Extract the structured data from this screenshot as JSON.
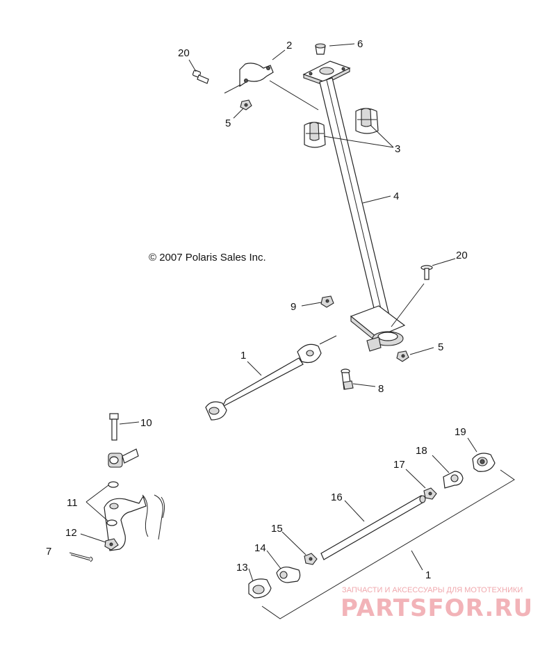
{
  "copyright": "© 2007 Polaris Sales Inc.",
  "watermark": {
    "tagline": "ЗАПЧАСТИ И АКСЕССУАРЫ ДЛЯ МОТОТЕХНИКИ",
    "brand": "PARTSFOR.RU"
  },
  "callouts": {
    "c20a": "20",
    "c2": "2",
    "c6": "6",
    "c5a": "5",
    "c3": "3",
    "c4": "4",
    "c20b": "20",
    "c9": "9",
    "c5b": "5",
    "c1a": "1",
    "c8": "8",
    "c10": "10",
    "c19": "19",
    "c18": "18",
    "c17": "17",
    "c16": "16",
    "c11": "11",
    "c15": "15",
    "c12": "12",
    "c14": "14",
    "c7": "7",
    "c13": "13",
    "c1b": "1"
  }
}
